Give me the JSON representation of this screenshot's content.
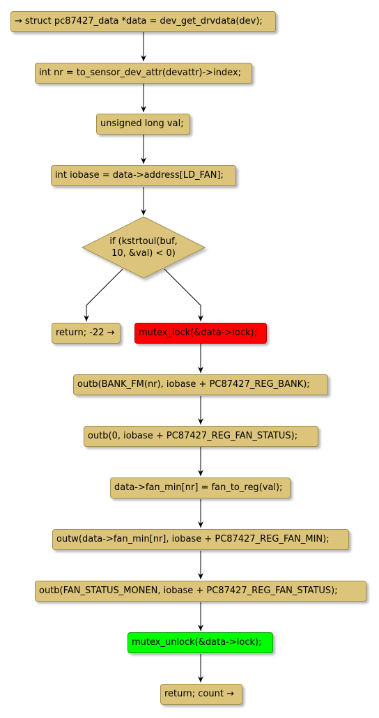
{
  "nodes": {
    "n1": "→ struct pc87427_data *data = dev_get_drvdata(dev);",
    "n2": "int nr = to_sensor_dev_attr(devattr)->index;",
    "n3": "unsigned long val;",
    "n4": "int iobase = data->address[LD_FAN];",
    "decision_line1": "if (kstrtoul(buf,",
    "decision_line2": "10, &val) < 0)",
    "n5": "return; -22 →",
    "n6": "mutex_lock(&data->lock);",
    "n7": "outb(BANK_FM(nr), iobase + PC87427_REG_BANK);",
    "n8": "outb(0, iobase + PC87427_REG_FAN_STATUS);",
    "n9": "data->fan_min[nr] = fan_to_reg(val);",
    "n10": "outw(data->fan_min[nr], iobase + PC87427_REG_FAN_MIN);",
    "n11": "outb(FAN_STATUS_MONEN, iobase + PC87427_REG_FAN_STATUS);",
    "n12": "mutex_unlock(&data->lock);",
    "n13": "return; count →"
  },
  "colors": {
    "node_fill": "#dcc47b",
    "node_border": "#a08f4f",
    "lock_fill": "#ff0000",
    "unlock_fill": "#00ff00",
    "arrow": "#000000"
  }
}
